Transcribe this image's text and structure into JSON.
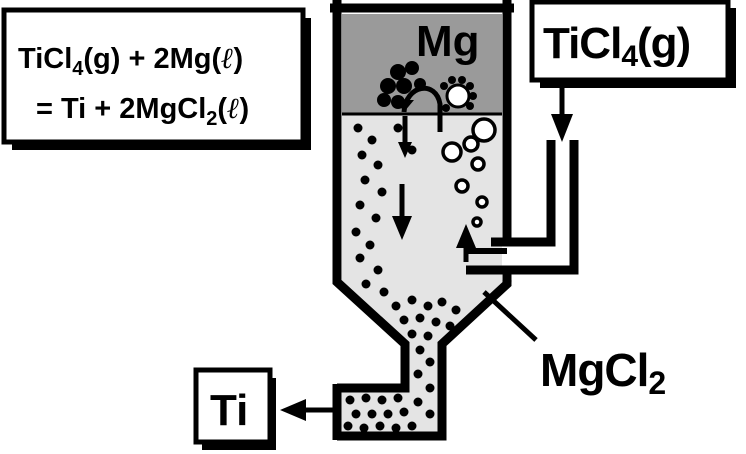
{
  "colors": {
    "background": "#ffffff",
    "ink": "#000000",
    "mg_layer": "#9a9a9a",
    "melt": "#e4e4e4"
  },
  "equation": {
    "line1": {
      "a": "TiCl",
      "a_sub": "4",
      "b": "(g) + 2Mg(",
      "ell": "ℓ",
      "c": ")"
    },
    "line2": {
      "a": "= Ti + 2MgCl",
      "a_sub": "2",
      "b": "(",
      "ell": "ℓ",
      "c": ")"
    }
  },
  "labels": {
    "mg": "Mg",
    "ticl4": {
      "main": "TiCl",
      "sub": "4",
      "suffix": "(g)"
    },
    "mgcl2": {
      "main": "MgCl",
      "sub": "2"
    },
    "ti": "Ti"
  }
}
